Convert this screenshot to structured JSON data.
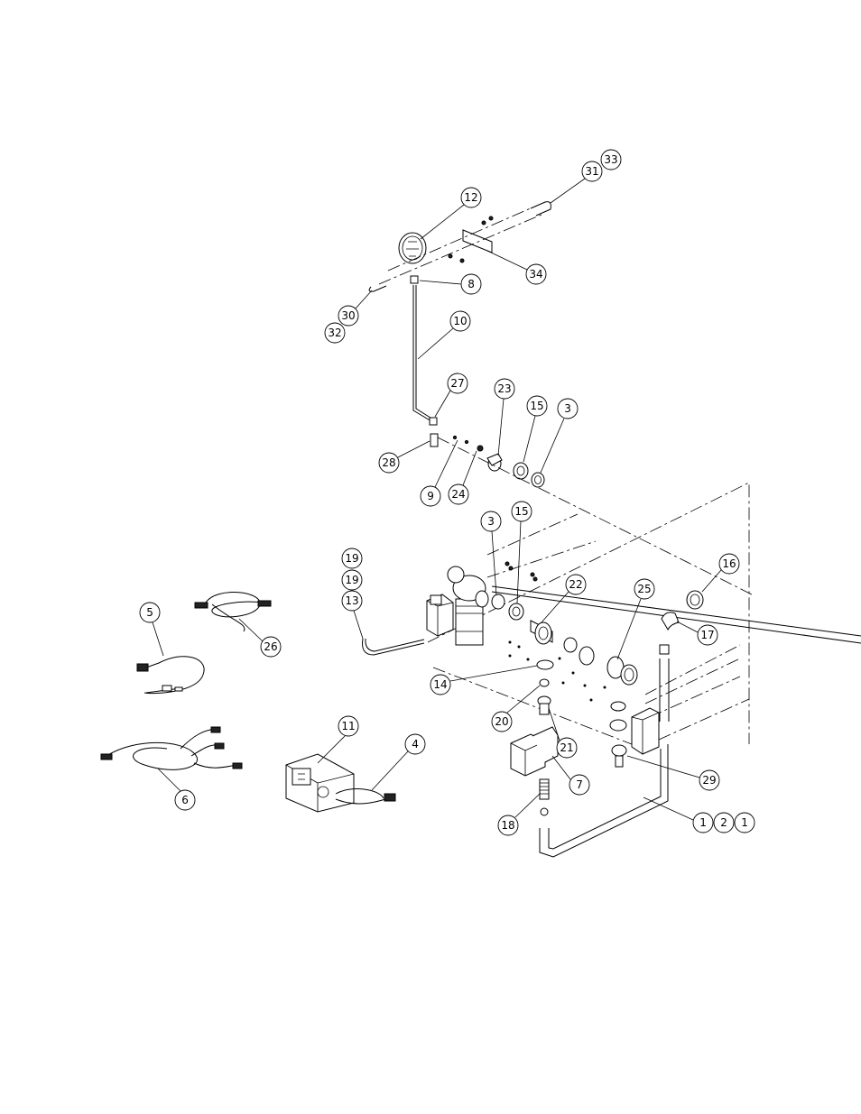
{
  "colors": {
    "line": "#000000",
    "background": "#ffffff"
  },
  "balloons": [
    {
      "id": "b33",
      "label": "33"
    },
    {
      "id": "b31",
      "label": "31"
    },
    {
      "id": "b12",
      "label": "12"
    },
    {
      "id": "b34",
      "label": "34"
    },
    {
      "id": "b8",
      "label": "8"
    },
    {
      "id": "b30",
      "label": "30"
    },
    {
      "id": "b32",
      "label": "32"
    },
    {
      "id": "b10",
      "label": "10"
    },
    {
      "id": "b27",
      "label": "27"
    },
    {
      "id": "b23",
      "label": "23"
    },
    {
      "id": "b15a",
      "label": "15"
    },
    {
      "id": "b3a",
      "label": "3"
    },
    {
      "id": "b28",
      "label": "28"
    },
    {
      "id": "b9",
      "label": "9"
    },
    {
      "id": "b24",
      "label": "24"
    },
    {
      "id": "b3b",
      "label": "3"
    },
    {
      "id": "b15b",
      "label": "15"
    },
    {
      "id": "b19a",
      "label": "19"
    },
    {
      "id": "b19b",
      "label": "19"
    },
    {
      "id": "b13",
      "label": "13"
    },
    {
      "id": "b22",
      "label": "22"
    },
    {
      "id": "b25",
      "label": "25"
    },
    {
      "id": "b16",
      "label": "16"
    },
    {
      "id": "b17",
      "label": "17"
    },
    {
      "id": "b5",
      "label": "5"
    },
    {
      "id": "b26",
      "label": "26"
    },
    {
      "id": "b14",
      "label": "14"
    },
    {
      "id": "b20",
      "label": "20"
    },
    {
      "id": "b21",
      "label": "21"
    },
    {
      "id": "b11",
      "label": "11"
    },
    {
      "id": "b4",
      "label": "4"
    },
    {
      "id": "b7",
      "label": "7"
    },
    {
      "id": "b29",
      "label": "29"
    },
    {
      "id": "b6",
      "label": "6"
    },
    {
      "id": "b18",
      "label": "18"
    },
    {
      "id": "b1a",
      "label": "1"
    },
    {
      "id": "b2",
      "label": "2"
    },
    {
      "id": "b1b",
      "label": "1"
    }
  ]
}
